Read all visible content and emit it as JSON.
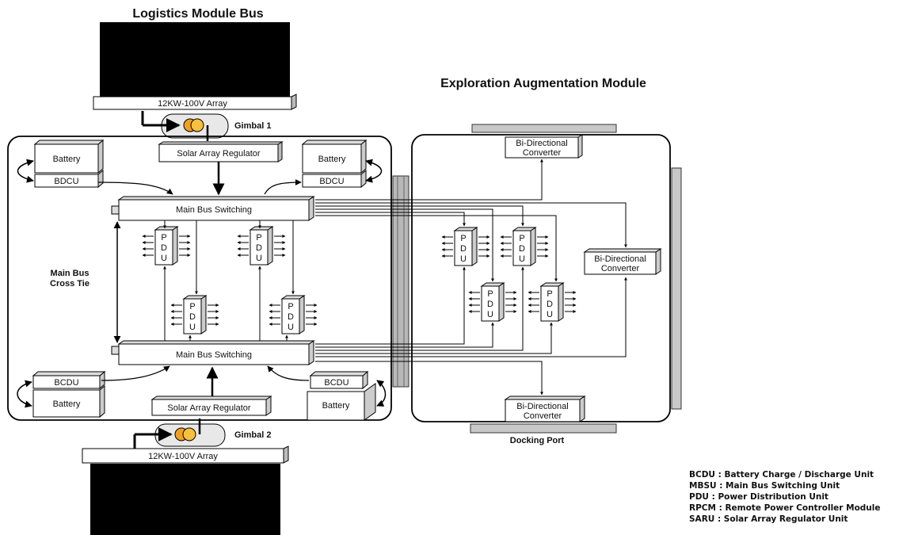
{
  "titles": {
    "logistics": "Logistics Module Bus",
    "exploration": "Exploration Augmentation Module"
  },
  "labels": {
    "array_top": "12KW-100V Array",
    "array_bottom": "12KW-100V Array",
    "gimbal1": "Gimbal 1",
    "gimbal2": "Gimbal 2",
    "sar_top": "Solar Array Regulator",
    "sar_bottom": "Solar Array Regulator",
    "battery": "Battery",
    "bdcu": "BDCU",
    "bcdu": "BCDU",
    "mbs": "Main Bus Switching",
    "cross_tie_1": "Main Bus",
    "cross_tie_2": "Cross Tie",
    "bidir_1": "Bi-Directional",
    "bidir_2": "Converter",
    "docking_port": "Docking Port",
    "pdu_p": "P",
    "pdu_d": "D",
    "pdu_u": "U"
  },
  "legend": [
    "BCDU : Battery Charge   / Discharge Unit",
    "MBSU : Main Bus Switching Unit",
    "PDU :   Power Distribution Unit",
    "RPCM : Remote Power Controller Module",
    "SARU :  Solar Array Regulator Unit"
  ],
  "colors": {
    "panel": "#000000",
    "box_fill": "#ffffff",
    "box_side": "#cfcfcf",
    "gimbal_fill": "#e8e8e8",
    "gimbal_core": "#f0a020",
    "rail": "#b0b0b0",
    "line": "#000000"
  }
}
